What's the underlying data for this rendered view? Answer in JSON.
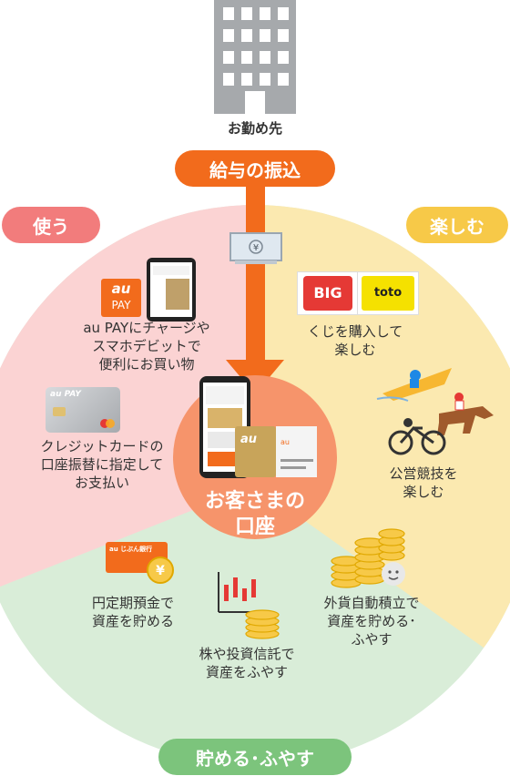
{
  "colors": {
    "use": "#fbd3d3",
    "enjoy": "#fbe9b0",
    "save": "#d9edd8",
    "use_pill": "#f27c7c",
    "enjoy_pill": "#f7c948",
    "save_pill": "#7cc47c",
    "orange": "#f26b1c",
    "account": "#f6946b"
  },
  "workplace": {
    "label": "お勤め先",
    "icon": "building-icon"
  },
  "salary": {
    "label": "給与の振込"
  },
  "money_icon": "yen-bill-icon",
  "account": {
    "line1": "お客さまの",
    "line2": "口座"
  },
  "sections": {
    "use": {
      "label": "使う"
    },
    "enjoy": {
      "label": "楽しむ"
    },
    "save": {
      "label": "貯める･ふやす"
    }
  },
  "items": {
    "aupay": {
      "logo_top": "au",
      "logo_bottom": "PAY",
      "lines": [
        "au PAYにチャージや",
        "スマホデビットで",
        "便利にお買い物"
      ]
    },
    "credit": {
      "card_brand": "au PAY",
      "lines": [
        "クレジットカードの",
        "口座振替に指定して",
        "お支払い"
      ]
    },
    "lottery": {
      "logo_big": "BIG",
      "logo_toto": "toto",
      "lines": [
        "くじを購入して",
        "楽しむ"
      ]
    },
    "racing": {
      "lines": [
        "公営競技を",
        "楽しむ"
      ]
    },
    "deposit": {
      "card_label": "au じぶん銀行",
      "lines": [
        "円定期預金で",
        "資産を貯める"
      ]
    },
    "stocks": {
      "lines": [
        "株や投資信託で",
        "資産をふやす"
      ]
    },
    "fx": {
      "lines": [
        "外貨自動積立で",
        "資産を貯める･",
        "ふやす"
      ]
    }
  }
}
